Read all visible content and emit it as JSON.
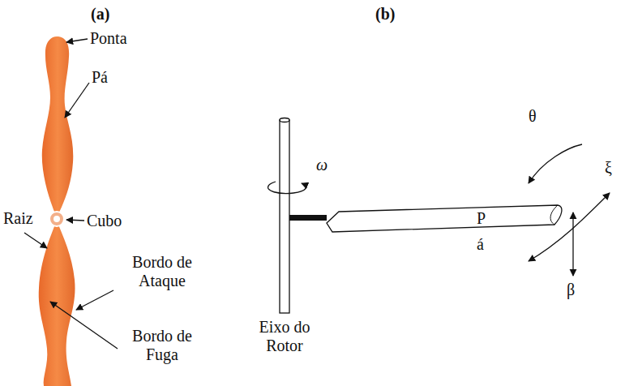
{
  "diagram": {
    "labels": [
      "(a)",
      "(b)",
      "Ponta",
      "Pá",
      "Raiz",
      "Cubo",
      "Bordo de Ataque",
      "Bordo de Fuga",
      "ω",
      "θ",
      "P",
      "á",
      "ξ",
      "β",
      "Eixo do Rotor"
    ]
  }
}
